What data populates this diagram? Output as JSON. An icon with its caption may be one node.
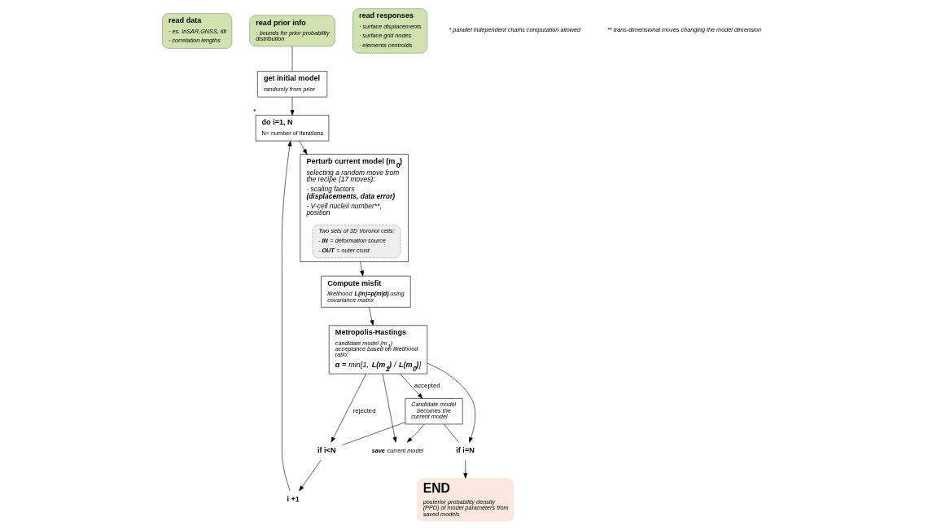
{
  "diagram": {
    "nodes": [
      {
        "text": [
          "read data",
          "· es. InSAR,GNSS, tilt",
          "· correlation lengths"
        ]
      },
      {
        "text": [
          "read prior info",
          "· bounds for prior probability distribution"
        ]
      },
      {
        "text": [
          "read responses",
          "· surface displacements",
          "· surface grid nodes",
          "· elements centroids"
        ]
      },
      {
        "text": [
          "get initial model",
          "randomly from prior"
        ]
      },
      {
        "text": [
          "do i=1, N",
          "N= number of iterations"
        ],
        "beside": [
          "*"
        ]
      },
      {
        "text": [
          "i +1"
        ]
      },
      {
        "text": [
          "Perturb current model (m$_{0}$)",
          "selecting a random move from the recipe (17 moves):",
          "- scaling factors **(displacements, data error)**",
          "- V-cell nucleii number**, position"
        ]
      },
      {
        "text": [
          "Two sets of 3D Voronoi cells:",
          "- **IN** = deformation source",
          "- **OUT** = outer crust"
        ],
        "in": 6
      },
      {
        "text": [
          "Compute misfit",
          "likelihood **L(m)=p(m|d)** using covariance matrix"
        ]
      },
      {
        "text": [
          "Metropolis-Hastings",
          "candidate model (m$_{1}$) acceptance based on likelihood ratio:",
          "**α =** min[1, **L(m$_{1}$)** / **L(m$_{0}$)**]"
        ]
      },
      {
        "text": [
          "Candidate model becomes the current model"
        ]
      },
      {
        "text": [
          "if i<N"
        ]
      },
      {
        "text": [
          "if i=N"
        ]
      },
      {
        "text": [
          "**save** current model"
        ]
      },
      {
        "text": [
          "END",
          "posterior probability density (PPD) of model parameters from saved models"
        ]
      }
    ],
    "edges": [
      {
        "from": 1,
        "to": 3,
        "arrow": "none"
      },
      {
        "from": 3,
        "to": 4,
        "arrow": "to"
      },
      {
        "from": 5,
        "to": 4,
        "arrow": "to"
      },
      {
        "from": 4,
        "to": 6,
        "arrow": "to"
      },
      {
        "from": 6,
        "to": 8,
        "arrow": "to"
      },
      {
        "from": 8,
        "to": 9,
        "arrow": "to"
      },
      {
        "from": 9,
        "to": 10,
        "arrow": "to",
        "label": "accepted"
      },
      {
        "from": 10,
        "to": 11,
        "arrow": "none"
      },
      {
        "from": 10,
        "to": 12,
        "arrow": "none"
      },
      {
        "from": 10,
        "to": 13,
        "arrow": "to"
      },
      {
        "from": 9,
        "to": 11,
        "arrow": "to",
        "label": "rejected"
      },
      {
        "from": 9,
        "to": 12,
        "arrow": "to"
      },
      {
        "from": 9,
        "to": 13,
        "arrow": "to"
      },
      {
        "from": 11,
        "to": 5,
        "arrow": "to"
      },
      {
        "from": 12,
        "to": 14,
        "arrow": "to"
      }
    ],
    "labels": [
      "* parallel independent chains computation allowed",
      "** trans-dimensional moves changing the model dimension"
    ]
  }
}
